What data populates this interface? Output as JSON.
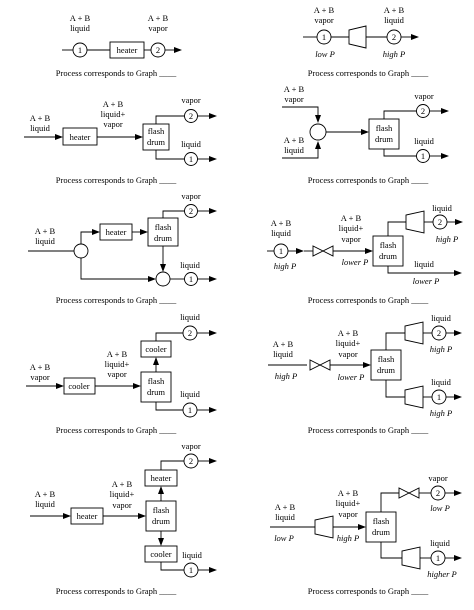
{
  "caption": "Process corresponds to Graph ____",
  "labels": {
    "ab": "A + B",
    "liquid": "liquid",
    "vapor": "vapor",
    "liquid_plus": "liquid+",
    "heater": "heater",
    "cooler": "cooler",
    "flash": "flash",
    "drum": "drum",
    "low_p": "low P",
    "high_p": "high P",
    "lower_p": "lower P",
    "higher_p": "higher P",
    "n1": "1",
    "n2": "2"
  }
}
